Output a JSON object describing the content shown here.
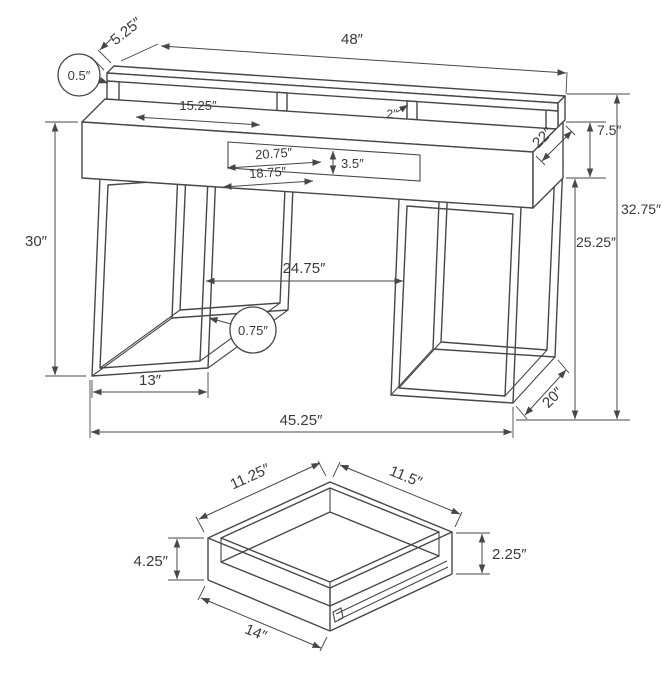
{
  "diagram": {
    "kind": "furniture-dimension-drawing",
    "views": [
      "desk-isometric",
      "drawer-isometric"
    ],
    "units": "inches",
    "line_color": "#474747",
    "background": "#ffffff"
  },
  "desk": {
    "dim_width": "48″",
    "dim_riser_depth": "5.25″",
    "dim_riser_thickness": "0.5″",
    "dim_cubby_width": "15.25″",
    "dim_divider": "2″",
    "dim_depth": "22″",
    "dim_apron_height": "7.5″",
    "dim_total_height": "32.75″",
    "dim_clearance": "25.25″",
    "dim_height": "30″",
    "dim_drawer_outer": "20.75″",
    "dim_drawer_inner": "18.75″",
    "dim_drawer_face": "3.5″",
    "dim_leg_gap": "24.75″",
    "dim_tube": "0.75″",
    "dim_foot": "13″",
    "dim_base_width": "45.25″",
    "dim_leg_depth": "20″"
  },
  "drawer": {
    "dim_side_left": "11.25″",
    "dim_side_right": "11.5″",
    "dim_height_outer": "4.25″",
    "dim_height_inner": "2.25″",
    "dim_front": "14″"
  }
}
